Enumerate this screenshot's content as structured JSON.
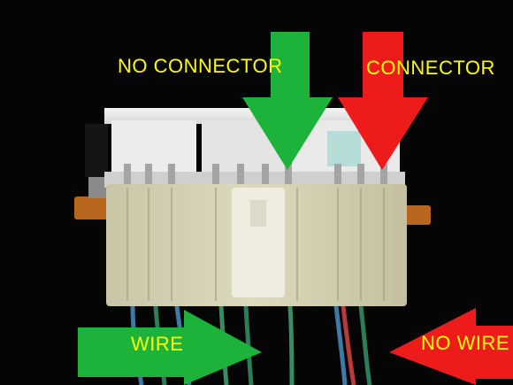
{
  "labels": {
    "no_connector": "NO CONNECTOR",
    "connector": "CONNECTOR",
    "wire": "WIRE",
    "no_wire": "NO WIRE"
  },
  "colors": {
    "green_arrow": "#1db33a",
    "red_arrow": "#ee1b1b",
    "label_text": "#ffff00",
    "background": "#050505"
  }
}
